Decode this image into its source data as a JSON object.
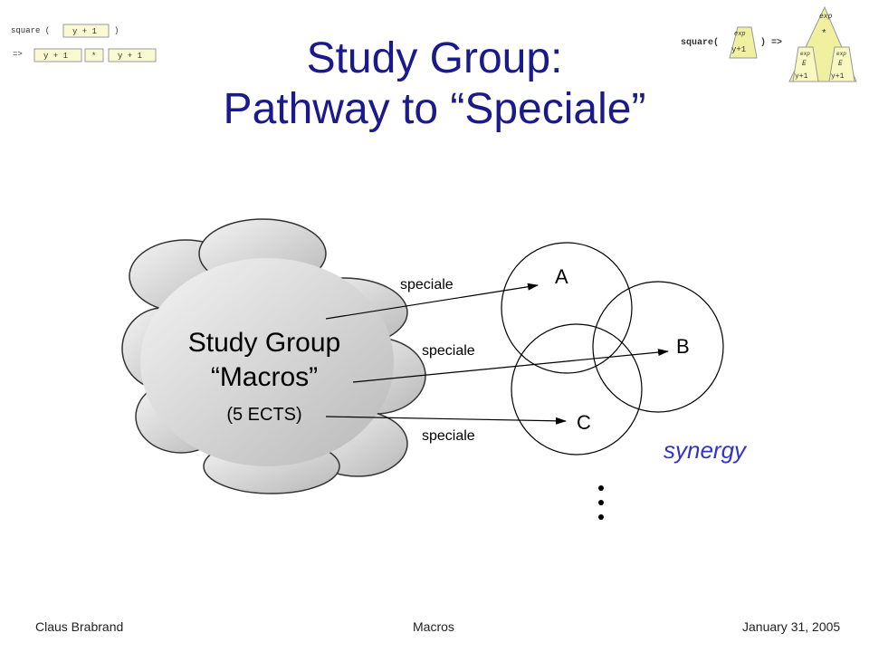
{
  "title": {
    "line1": "Study Group:",
    "line2": "Pathway to “Speciale”"
  },
  "cloud": {
    "line1": "Study Group",
    "line2": "“Macros”",
    "line3": "(5 ECTS)",
    "fill_color": "#c8c8c8"
  },
  "arrows": [
    {
      "label": "speciale",
      "target": "A"
    },
    {
      "label": "speciale",
      "target": "B"
    },
    {
      "label": "speciale",
      "target": "C"
    }
  ],
  "circles": [
    "A",
    "B",
    "C"
  ],
  "synergy": {
    "text": "synergy",
    "color": "#3333cc"
  },
  "macro_example_left": {
    "row1": {
      "prefix": "square (",
      "box": "y + 1",
      "suffix": ")"
    },
    "row2": {
      "prefix": "=>",
      "boxes": [
        "y + 1",
        "*",
        "y + 1"
      ]
    }
  },
  "macro_example_right": {
    "prefix": "square(",
    "box_tag": "exp",
    "box_expr": "y+1",
    "suffix": ")  =>",
    "tree": {
      "root": "exp",
      "op": "*",
      "left_tag": "exp",
      "left_var": "E",
      "left_expr": "y+1",
      "right_tag": "exp",
      "right_var": "E",
      "right_expr": "y+1"
    },
    "accent_color": "#f0f0a0"
  },
  "footer": {
    "author": "Claus Brabrand",
    "topic": "Macros",
    "date": "January 31, 2005"
  }
}
